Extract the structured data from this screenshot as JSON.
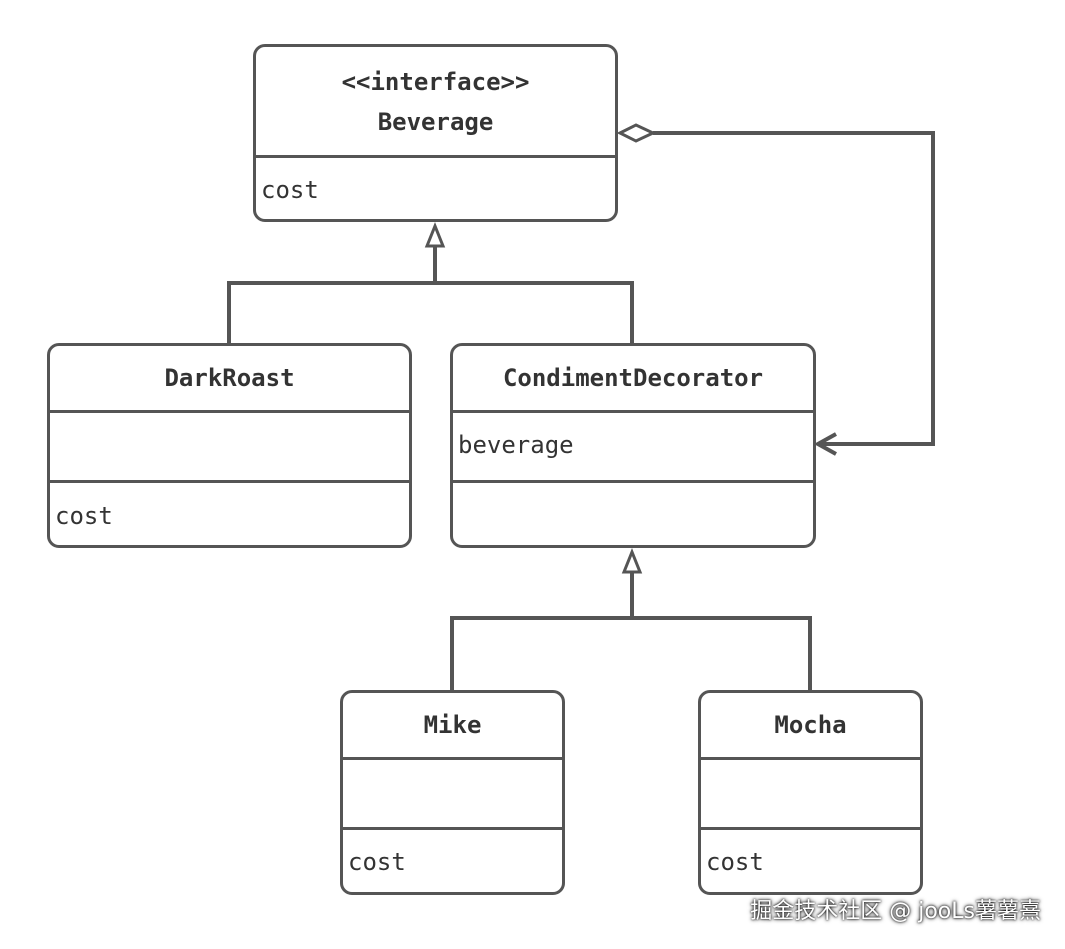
{
  "colors": {
    "stroke": "#555555",
    "text": "#333333",
    "background": "#ffffff"
  },
  "classes": {
    "beverage": {
      "stereotype": "<<interface>>",
      "name": "Beverage",
      "attributes": [],
      "methods": [
        "cost"
      ]
    },
    "dark_roast": {
      "name": "DarkRoast",
      "attributes": [],
      "methods": [
        "cost"
      ]
    },
    "condiment_decorator": {
      "name": "CondimentDecorator",
      "attributes": [
        "beverage"
      ],
      "methods": []
    },
    "mike": {
      "name": "Mike",
      "attributes": [],
      "methods": [
        "cost"
      ]
    },
    "mocha": {
      "name": "Mocha",
      "attributes": [],
      "methods": [
        "cost"
      ]
    }
  },
  "relationships": [
    {
      "type": "inheritance",
      "from": "dark_roast",
      "to": "beverage"
    },
    {
      "type": "inheritance",
      "from": "condiment_decorator",
      "to": "beverage"
    },
    {
      "type": "inheritance",
      "from": "mike",
      "to": "condiment_decorator"
    },
    {
      "type": "inheritance",
      "from": "mocha",
      "to": "condiment_decorator"
    },
    {
      "type": "aggregation",
      "from": "beverage",
      "to": "condiment_decorator"
    }
  ],
  "watermark": "掘金技术社区 @ jooLs薯薯熹"
}
